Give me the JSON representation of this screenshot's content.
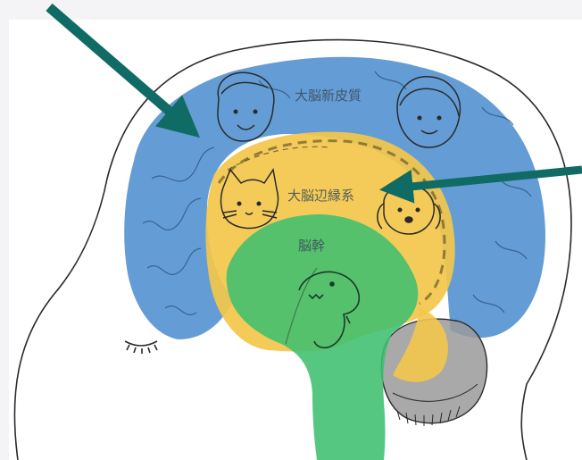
{
  "labels": {
    "neocortex": "大脳新皮質",
    "limbic": "大脳辺縁系",
    "brainstem": "脳幹"
  },
  "colors": {
    "background": "#f4f4f6",
    "panel": "#ffffff",
    "neocortex": "#4f8fcf",
    "limbic": "#f3c74b",
    "brainstem": "#3fbf6f",
    "cerebellum": "#9a9a9a",
    "arrow": "#0f6b64",
    "outline": "#2a2a2a"
  },
  "icons": [
    "boy-face-icon",
    "girl-face-icon",
    "cat-face-icon",
    "dog-face-icon",
    "dinosaur-icon",
    "closed-eye-icon"
  ]
}
